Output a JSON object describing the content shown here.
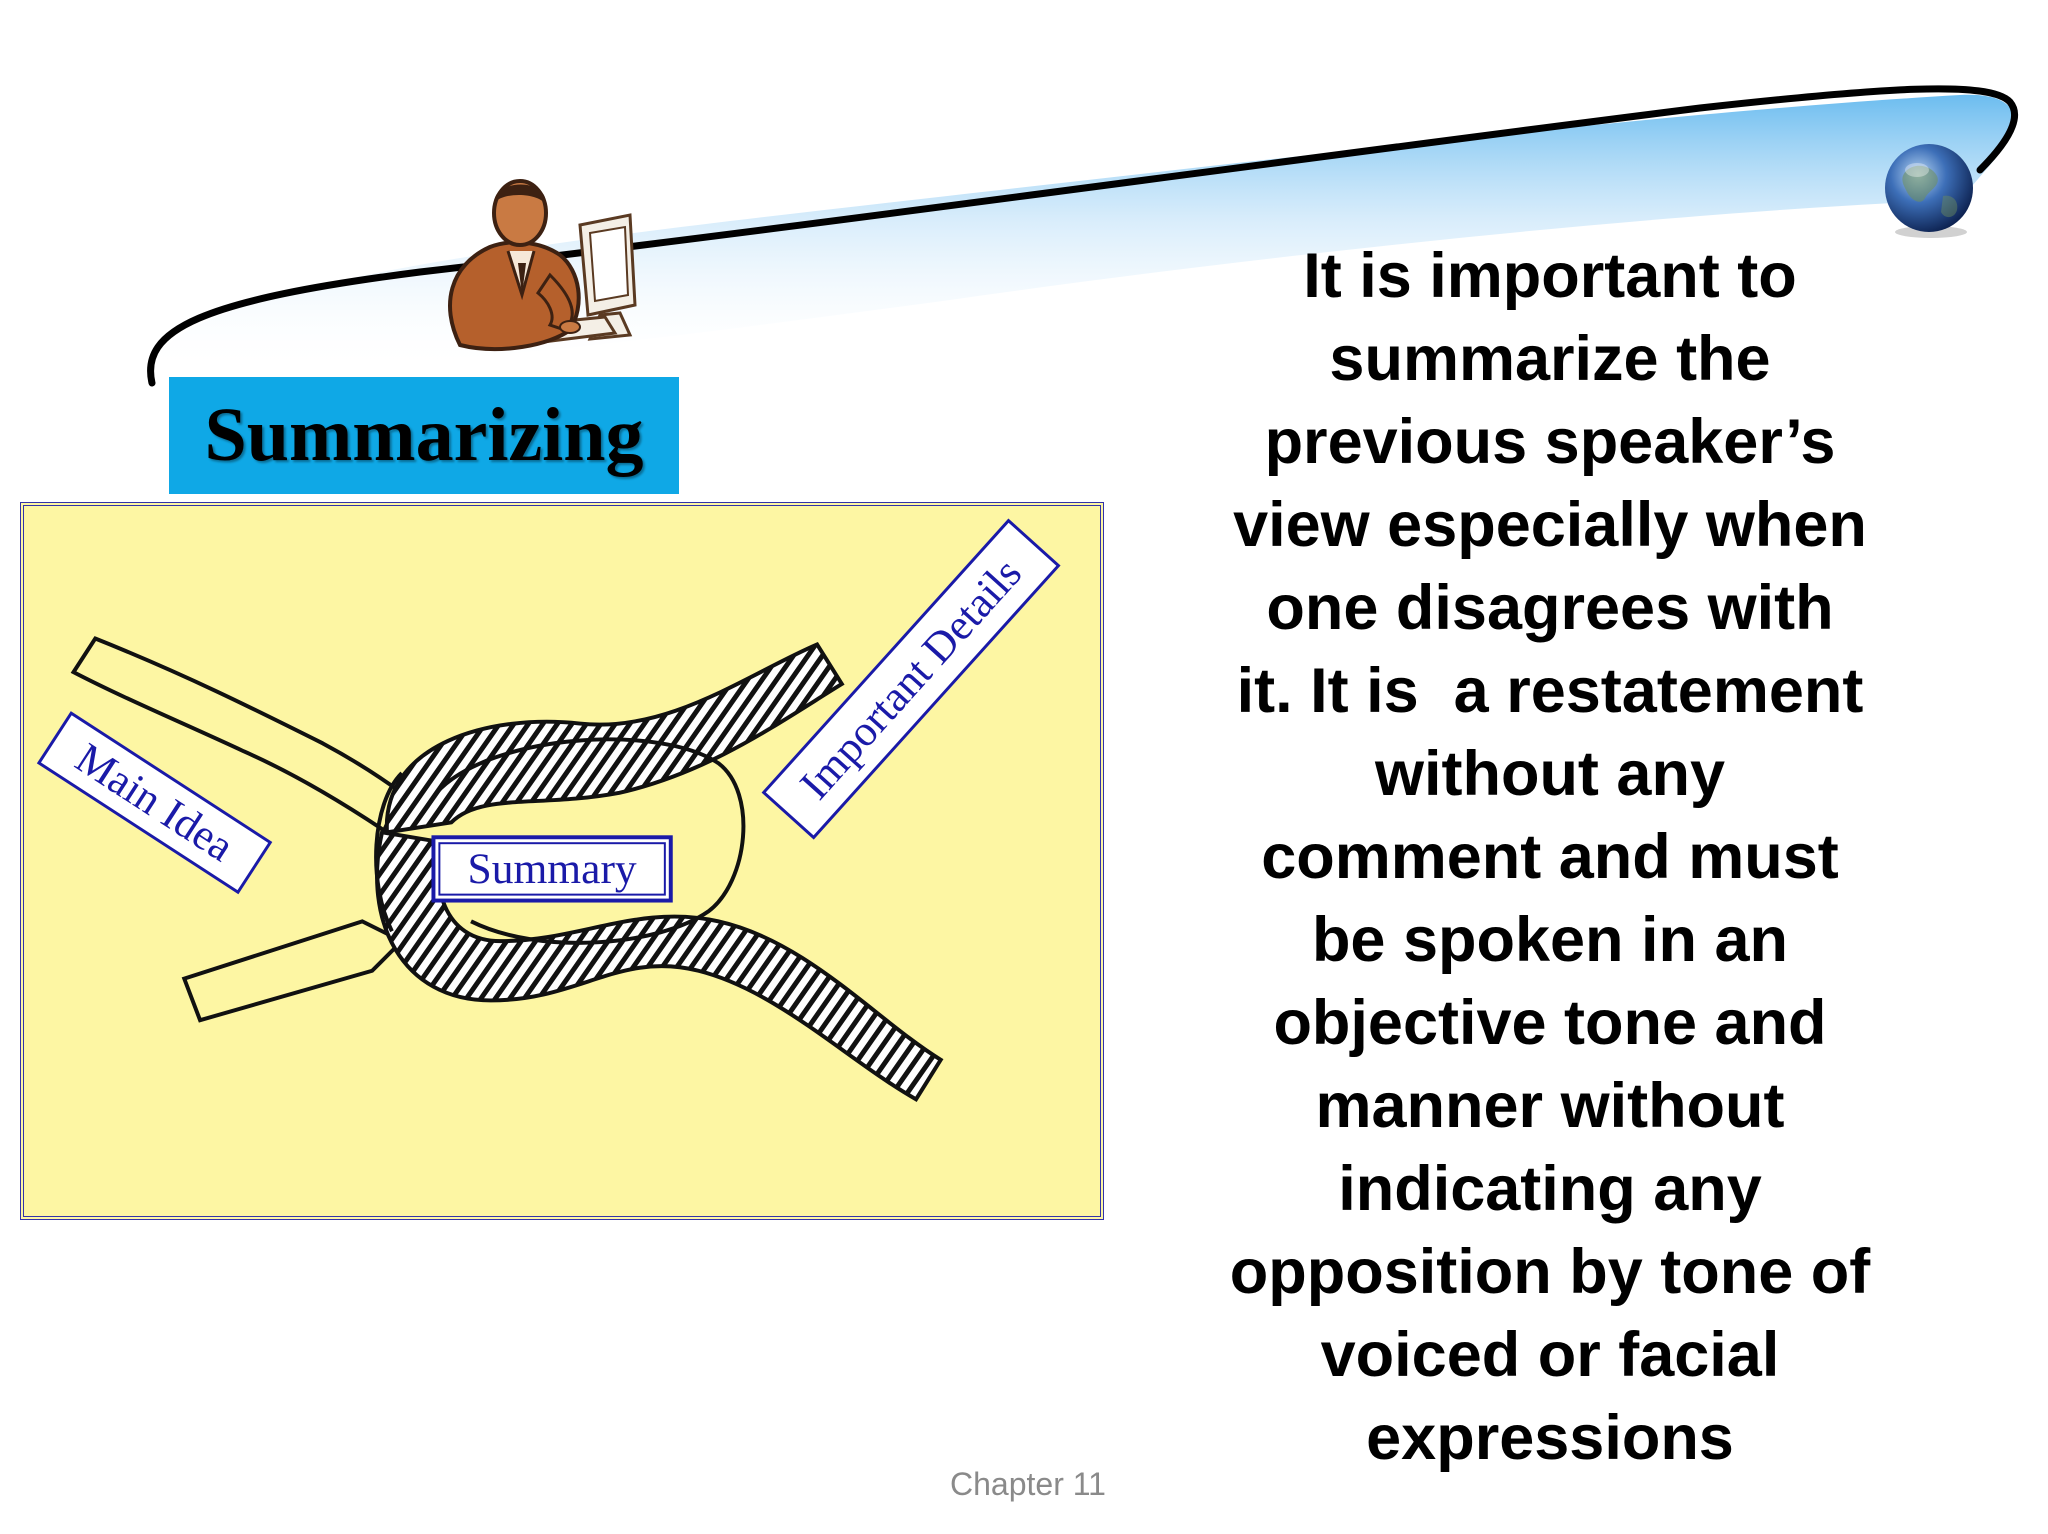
{
  "slide": {
    "title": "Summarizing",
    "body_lines": [
      "It is important to",
      "summarize the",
      "previous speaker’s",
      "view especially when",
      "one disagrees with",
      "it. It is  a restatement",
      "without any",
      "comment and must",
      "be spoken in an",
      "objective tone and",
      "manner without",
      "indicating any",
      "opposition by tone of",
      "voiced or facial",
      "expressions"
    ],
    "footer": "Chapter 11"
  },
  "knot_figure": {
    "labels": {
      "main_idea": "Main Idea",
      "summary": "Summary",
      "important_details": "Important Details"
    }
  },
  "colors": {
    "title_box": "#0fa8e6",
    "panel_fill": "#fdf6a3",
    "panel_border": "#3333aa",
    "label_text": "#1a1aa8",
    "footer_text": "#8a8a8a"
  },
  "icons": [
    "globe-icon",
    "person-at-computer-icon",
    "rope-knot-illustration"
  ]
}
